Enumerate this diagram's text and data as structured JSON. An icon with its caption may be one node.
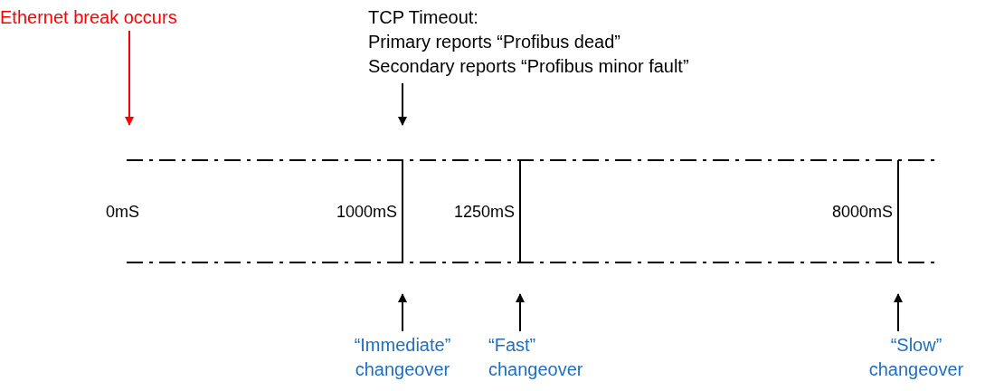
{
  "diagram": {
    "nodes": [
      {
        "text": [
          "Ethernet break occurs"
        ]
      },
      {
        "text": [
          "TCP Timeout:",
          "Primary reports “Profibus dead”",
          "Secondary reports “Profibus minor fault”"
        ]
      },
      {
        "text": [
          "“Immediate” changeover"
        ]
      },
      {
        "text": [
          "“Fast” changeover"
        ]
      },
      {
        "text": [
          "“Slow” changeover"
        ]
      }
    ],
    "edges": [
      {
        "from": 0,
        "to": null,
        "arrow": "to",
        "color": "#ff0000"
      },
      {
        "from": 1,
        "to": null,
        "arrow": "to"
      },
      {
        "from": 2,
        "to": null,
        "arrow": "to"
      },
      {
        "from": 3,
        "to": null,
        "arrow": "to"
      },
      {
        "from": 4,
        "to": null,
        "arrow": "to"
      }
    ],
    "labels": [
      "0mS",
      "1000mS",
      "1250mS",
      "8000mS"
    ]
  }
}
